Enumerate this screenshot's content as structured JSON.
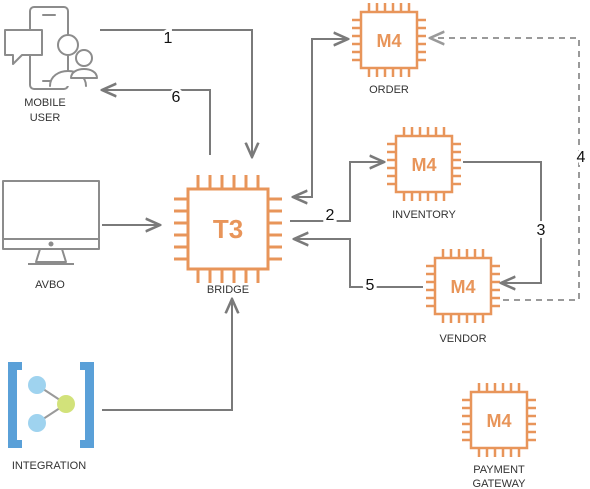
{
  "colors": {
    "chip": "#e8955a",
    "arrow": "#7a7a7a",
    "dashed": "#9a9a9a",
    "icon_gray": "#8c8c8c",
    "integration_bracket": "#5aa0d8",
    "integration_node_blue": "#9fd3ef",
    "integration_node_green": "#d2e27a"
  },
  "icons": {
    "mobile_user": "mobile-user-icon",
    "avbo": "monitor-icon",
    "integration": "integration-icon",
    "chip": "processor-chip-icon"
  },
  "labels": {
    "mobile_user_line1": "MOBILE",
    "mobile_user_line2": "USER",
    "avbo": "AVBO",
    "integration": "INTEGRATION",
    "bridge": "BRIDGE",
    "order": "ORDER",
    "inventory": "INVENTORY",
    "vendor": "VENDOR",
    "payment_line1": "PAYMENT",
    "payment_line2": "GATEWAY"
  },
  "chips": {
    "bridge": "T3",
    "order": "M4",
    "inventory": "M4",
    "vendor": "M4",
    "payment": "M4"
  },
  "steps": {
    "s1": "1",
    "s2": "2",
    "s3": "3",
    "s4": "4",
    "s5": "5",
    "s6": "6"
  }
}
